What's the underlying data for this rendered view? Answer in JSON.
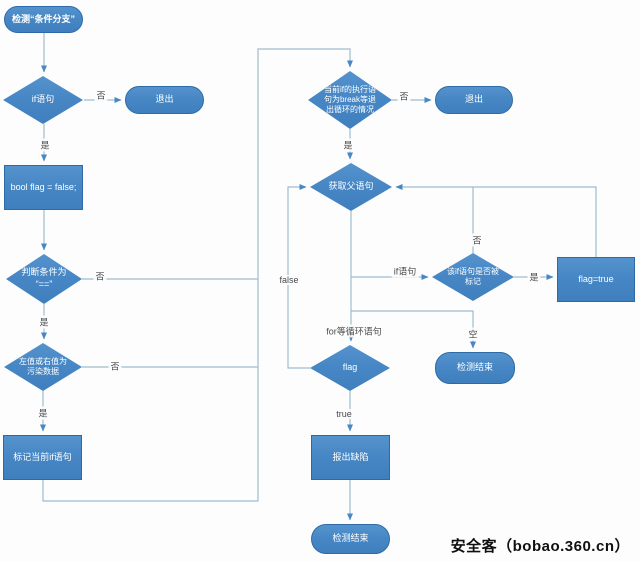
{
  "canvas": {
    "watermark": "安全客（bobao.360.cn）"
  },
  "colors": {
    "shape_fill": "#4787c5",
    "shape_fill_dark": "#3f7fbe",
    "shape_border": "#2e6ba6",
    "line": "#9fbccd",
    "edge_label": "#4a4a4a"
  },
  "nodes": {
    "start": {
      "label": "检测“条件分支”"
    },
    "d_if": {
      "label": "if语句"
    },
    "exit_left": {
      "label": "退出"
    },
    "r_bool": {
      "label": "bool flag = false;"
    },
    "d_cond": {
      "label": "判断条件为\n“==”"
    },
    "d_taint": {
      "label": "左值或右值为\n污染数据"
    },
    "r_mark": {
      "label": "标记当前if语句"
    },
    "d_break": {
      "label": "当前if的执行语\n句为break等退\n出循环的情况"
    },
    "exit_right": {
      "label": "退出"
    },
    "d_parent": {
      "label": "获取父语句"
    },
    "d_marked": {
      "label": "该if语句是否被\n标记"
    },
    "r_flag_true": {
      "label": "flag=true"
    },
    "end_right": {
      "label": "检测结束"
    },
    "d_flag": {
      "label": "flag"
    },
    "r_report": {
      "label": "报出缺陷"
    },
    "end_bottom": {
      "label": "检测结束"
    }
  },
  "edge_labels": {
    "if_no": "否",
    "if_yes": "是",
    "cond_no": "否",
    "cond_yes": "是",
    "taint_no": "否",
    "taint_yes": "是",
    "break_no": "否",
    "break_yes": "是",
    "marked_no": "否",
    "marked_yes": "是",
    "parent_if": "if语句",
    "parent_loop": "for等循环语句",
    "parent_empty": "空",
    "flag_false": "false",
    "flag_true": "true"
  }
}
